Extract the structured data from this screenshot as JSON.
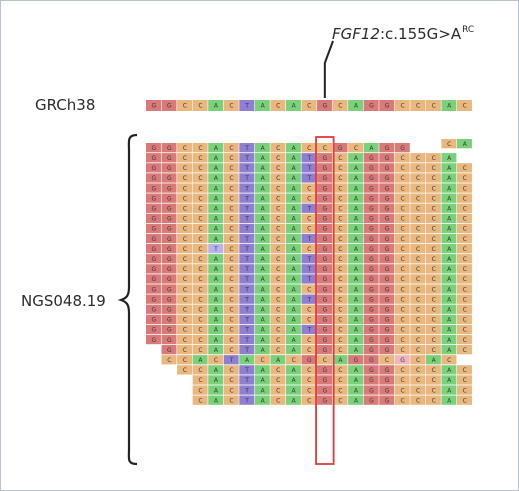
{
  "variant_annotation": {
    "gene": "FGF12",
    "change": ":c.155G>A",
    "superscript": "RC"
  },
  "reference": {
    "label": "GRCh38",
    "sequence": [
      "G",
      "G",
      "C",
      "C",
      "A",
      "C",
      "T",
      "A",
      "C",
      "A",
      "C",
      "G",
      "C",
      "A",
      "G",
      "G",
      "C",
      "C",
      "C",
      "A",
      "C"
    ]
  },
  "sample": {
    "label": "NGS048.19",
    "variant_column_index": 11,
    "reads_from_column_start": [
      "GGCCACTACACCGCAGG",
      "GGCCACTACATGCAGGCCCA",
      "GGCCACTACATGCAGGCCCAC",
      "GGCCACTACATGCAGGCCCAC",
      "GGCCACTACACGCAGGCCCAC",
      "GGCCACTACACGCAGGCCCAC",
      "GGCCACTACATGCAGGCCCAC",
      "GGCCACTACACGCAGGCCCAC",
      "GGCCACTACACGCAGGCCCAC",
      "GGCCACTACATGCAGGCCCAC",
      "GGCCTCTACACGCAGGCCCAC",
      "GGCCACTACATGCAGGCCCAC",
      "GGCCACTACATGCAGGCCCAC",
      "GGCCACTACATGCAGGCCCAC",
      "GGCCACTACACGCAGGCCCAC",
      "GGCCACTACATGCAGGCCCAC",
      "GGCCACTACACGCAGGCCCAC",
      "GGCCACTACACGCAGGCCCAC",
      "GGCCACTACATGCAGGCCCAC",
      "GGCCACTACACGCAGGCCCAC"
    ],
    "reads_partial": [
      {
        "start": 1,
        "seq": "GCCACTACACGCAGGCCCAC"
      },
      {
        "start": 1,
        "seq": "CCACTACACGCAGGCGCAC"
      },
      {
        "start": 2,
        "seq": "CCACTACACGCAGGCCCAC"
      },
      {
        "start": 3,
        "seq": "CACTACACGCAGGCCCAC"
      },
      {
        "start": 3,
        "seq": "CACTACACGCAGGCCCAC"
      },
      {
        "start": 3,
        "seq": "CACTACACGCAGGCCCAC"
      }
    ],
    "trailing_fragment": {
      "start": 19,
      "seq": "CA"
    }
  },
  "colors": {
    "A": "#79d27a",
    "C": "#eab77e",
    "G": "#d97a79",
    "T": "#8e7fd3",
    "variant_T": "#b8b4ec",
    "mismatch_T": "#b9b2ee",
    "mismatch_G": "#f0b6c0",
    "highlight_box": "#e03a3a"
  }
}
